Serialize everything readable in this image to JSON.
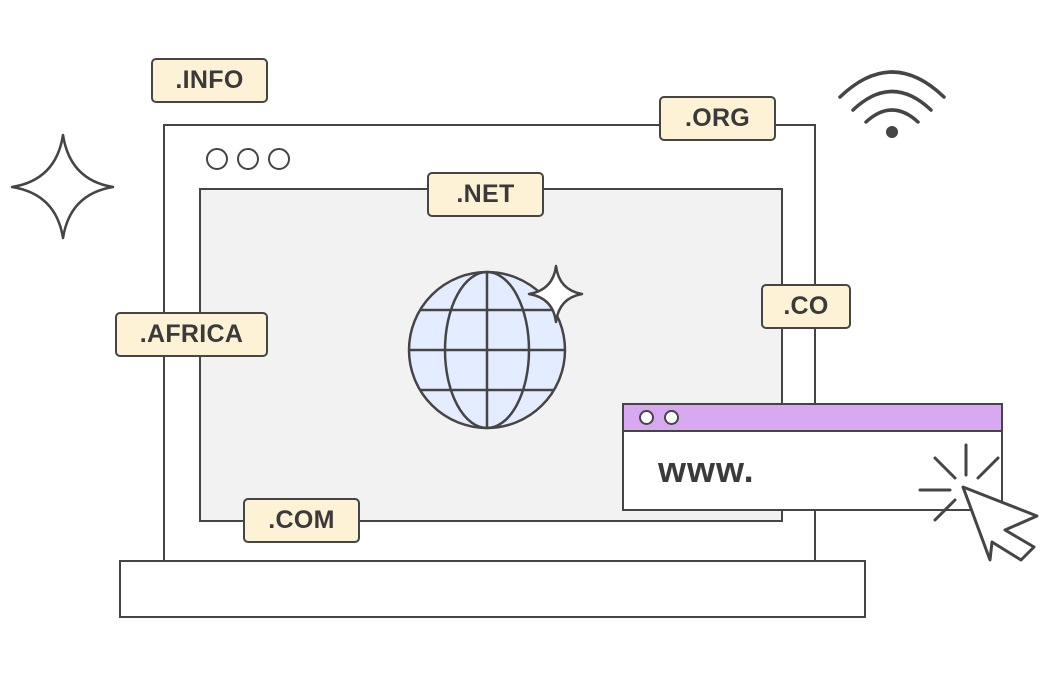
{
  "domains": {
    "info": ".INFO",
    "org": ".ORG",
    "net": ".NET",
    "co": ".CO",
    "africa": ".AFRICA",
    "com": ".COM"
  },
  "browser": {
    "url_text": "www."
  },
  "colors": {
    "tag_fill": "#fdf1d6",
    "outline": "#454545",
    "screen_fill": "#f2f2f2",
    "globe_fill": "#e3edff",
    "browser_bar": "#d8a8f0"
  },
  "icons": [
    "sparkle-icon",
    "wifi-icon",
    "globe-icon",
    "cursor-icon",
    "click-burst-icon"
  ]
}
